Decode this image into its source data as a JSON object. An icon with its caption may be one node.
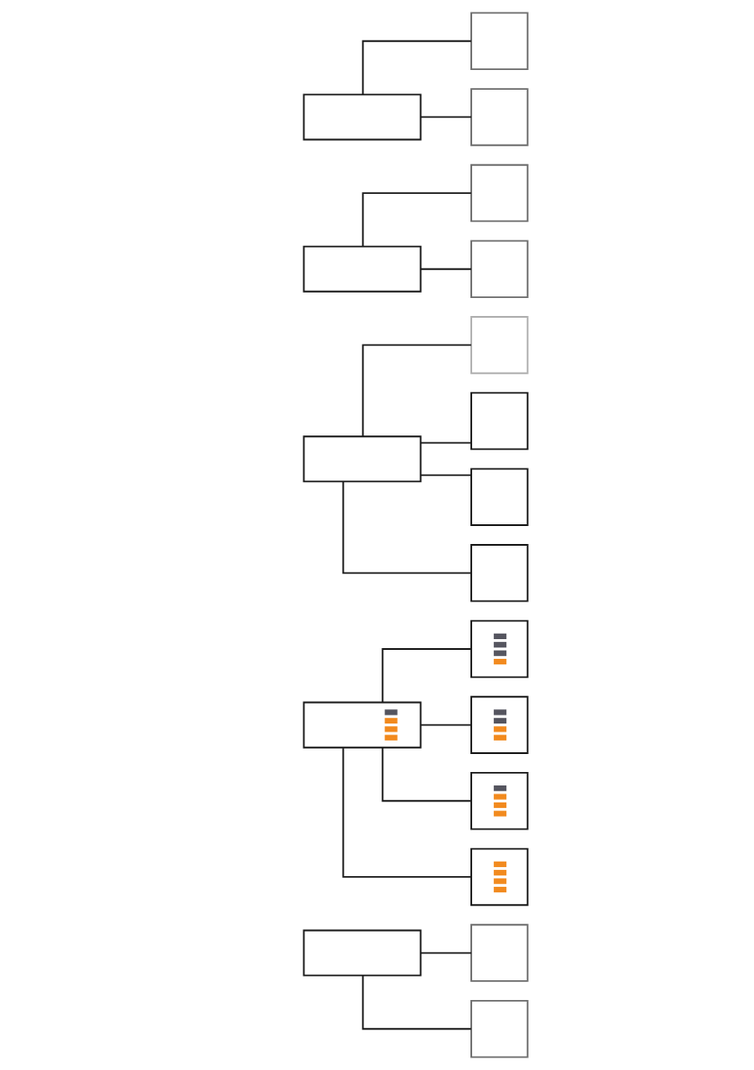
{
  "diagram": {
    "nodes": [
      {
        "text": [],
        "shape": "box"
      },
      {
        "text": [],
        "shape": "box"
      },
      {
        "text": [],
        "shape": "box"
      },
      {
        "text": [],
        "shape": "box"
      },
      {
        "text": [],
        "shape": "box"
      },
      {
        "text": [],
        "shape": "box"
      },
      {
        "text": [],
        "shape": "box"
      },
      {
        "text": [],
        "shape": "box"
      },
      {
        "text": [],
        "shape": "box"
      },
      {
        "text": [],
        "shape": "box"
      },
      {
        "text": [],
        "shape": "box"
      },
      {
        "text": [],
        "shape": "box"
      },
      {
        "text": [],
        "shape": "box"
      },
      {
        "text": [],
        "shape": "box"
      },
      {
        "text": [],
        "shape": "box"
      },
      {
        "text": [],
        "shape": "box"
      },
      {
        "text": [],
        "shape": "box"
      },
      {
        "text": [],
        "shape": "box"
      },
      {
        "text": [],
        "shape": "box"
      }
    ],
    "edges": [
      {
        "from": 0,
        "to": 1,
        "arrow": "none"
      },
      {
        "from": 0,
        "to": 2,
        "arrow": "none"
      },
      {
        "from": 3,
        "to": 4,
        "arrow": "none"
      },
      {
        "from": 3,
        "to": 5,
        "arrow": "none"
      },
      {
        "from": 6,
        "to": 7,
        "arrow": "none"
      },
      {
        "from": 6,
        "to": 8,
        "arrow": "none"
      },
      {
        "from": 6,
        "to": 9,
        "arrow": "none"
      },
      {
        "from": 6,
        "to": 10,
        "arrow": "none"
      },
      {
        "from": 11,
        "to": 12,
        "arrow": "none"
      },
      {
        "from": 11,
        "to": 13,
        "arrow": "none"
      },
      {
        "from": 11,
        "to": 14,
        "arrow": "none"
      },
      {
        "from": 11,
        "to": 15,
        "arrow": "none"
      },
      {
        "from": 16,
        "to": 17,
        "arrow": "none"
      },
      {
        "from": 16,
        "to": 18,
        "arrow": "none"
      }
    ]
  }
}
